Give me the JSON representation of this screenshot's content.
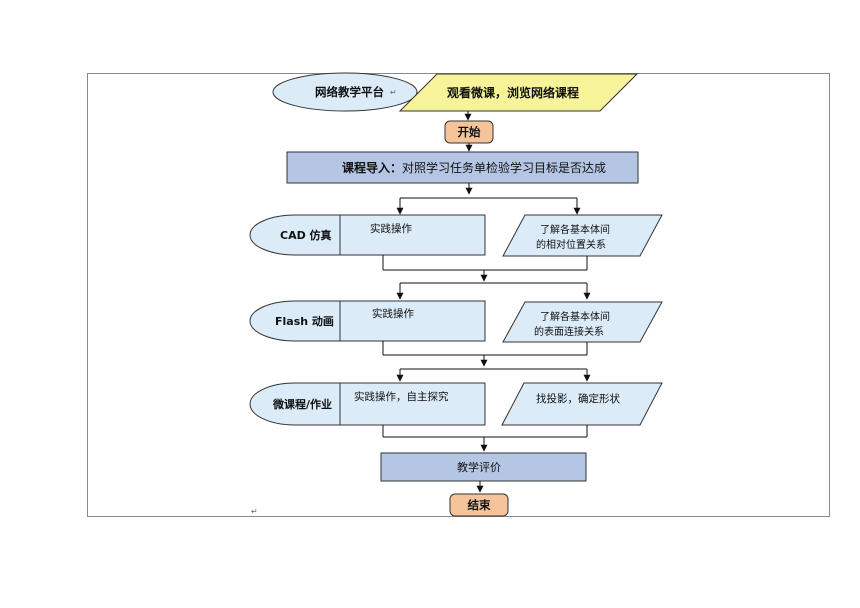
{
  "platform_label": "网络教学平台",
  "watch_label": "观看微课，浏览网络课程",
  "start_label": "开始",
  "intro": {
    "bold": "课程导入：",
    "text": "对照学习任务单检验学习目标是否达成"
  },
  "rows": [
    {
      "side_label": "CAD 仿真",
      "practice_label": "实践操作",
      "goal_lines": [
        "了解各基本体间",
        "的相对位置关系"
      ]
    },
    {
      "side_label": "Flash 动画",
      "practice_label": "实践操作",
      "goal_lines": [
        "了解各基本体间",
        "的表面连接关系"
      ]
    },
    {
      "side_label": "微课程/作业",
      "practice_label": "实践操作，自主探究",
      "goal_lines": [
        "找投影，确定形状"
      ]
    }
  ],
  "evaluation_label": "教学评价",
  "end_label": "结束",
  "colors": {
    "light_blue": "#dcebf8",
    "steel_blue": "#b4c6e4",
    "yellow": "#f6f39a",
    "orange": "#f6c49a",
    "stroke": "#333333"
  }
}
